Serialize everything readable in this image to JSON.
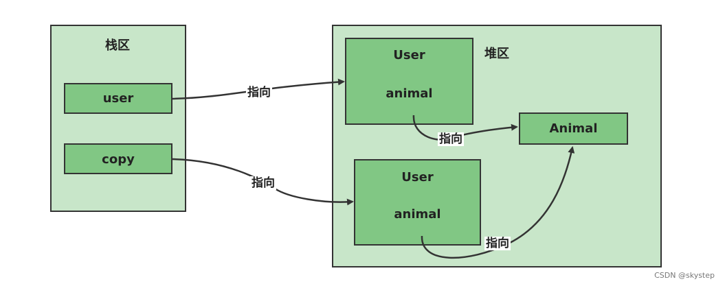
{
  "stack": {
    "title": "栈区",
    "vars": [
      "user",
      "copy"
    ]
  },
  "heap": {
    "title": "堆区",
    "object1": {
      "class_label": "User",
      "field_label": "animal"
    },
    "object2": {
      "class_label": "User",
      "field_label": "animal"
    },
    "animal": {
      "label": "Animal"
    }
  },
  "edges": {
    "user_to_obj1": "指向",
    "copy_to_obj2": "指向",
    "obj1_to_animal": "指向",
    "obj2_to_animal": "指向"
  },
  "watermark": "CSDN @skystep",
  "colors": {
    "region_fill": "#c8e6c9",
    "node_fill": "#81c784",
    "border": "#333333"
  }
}
